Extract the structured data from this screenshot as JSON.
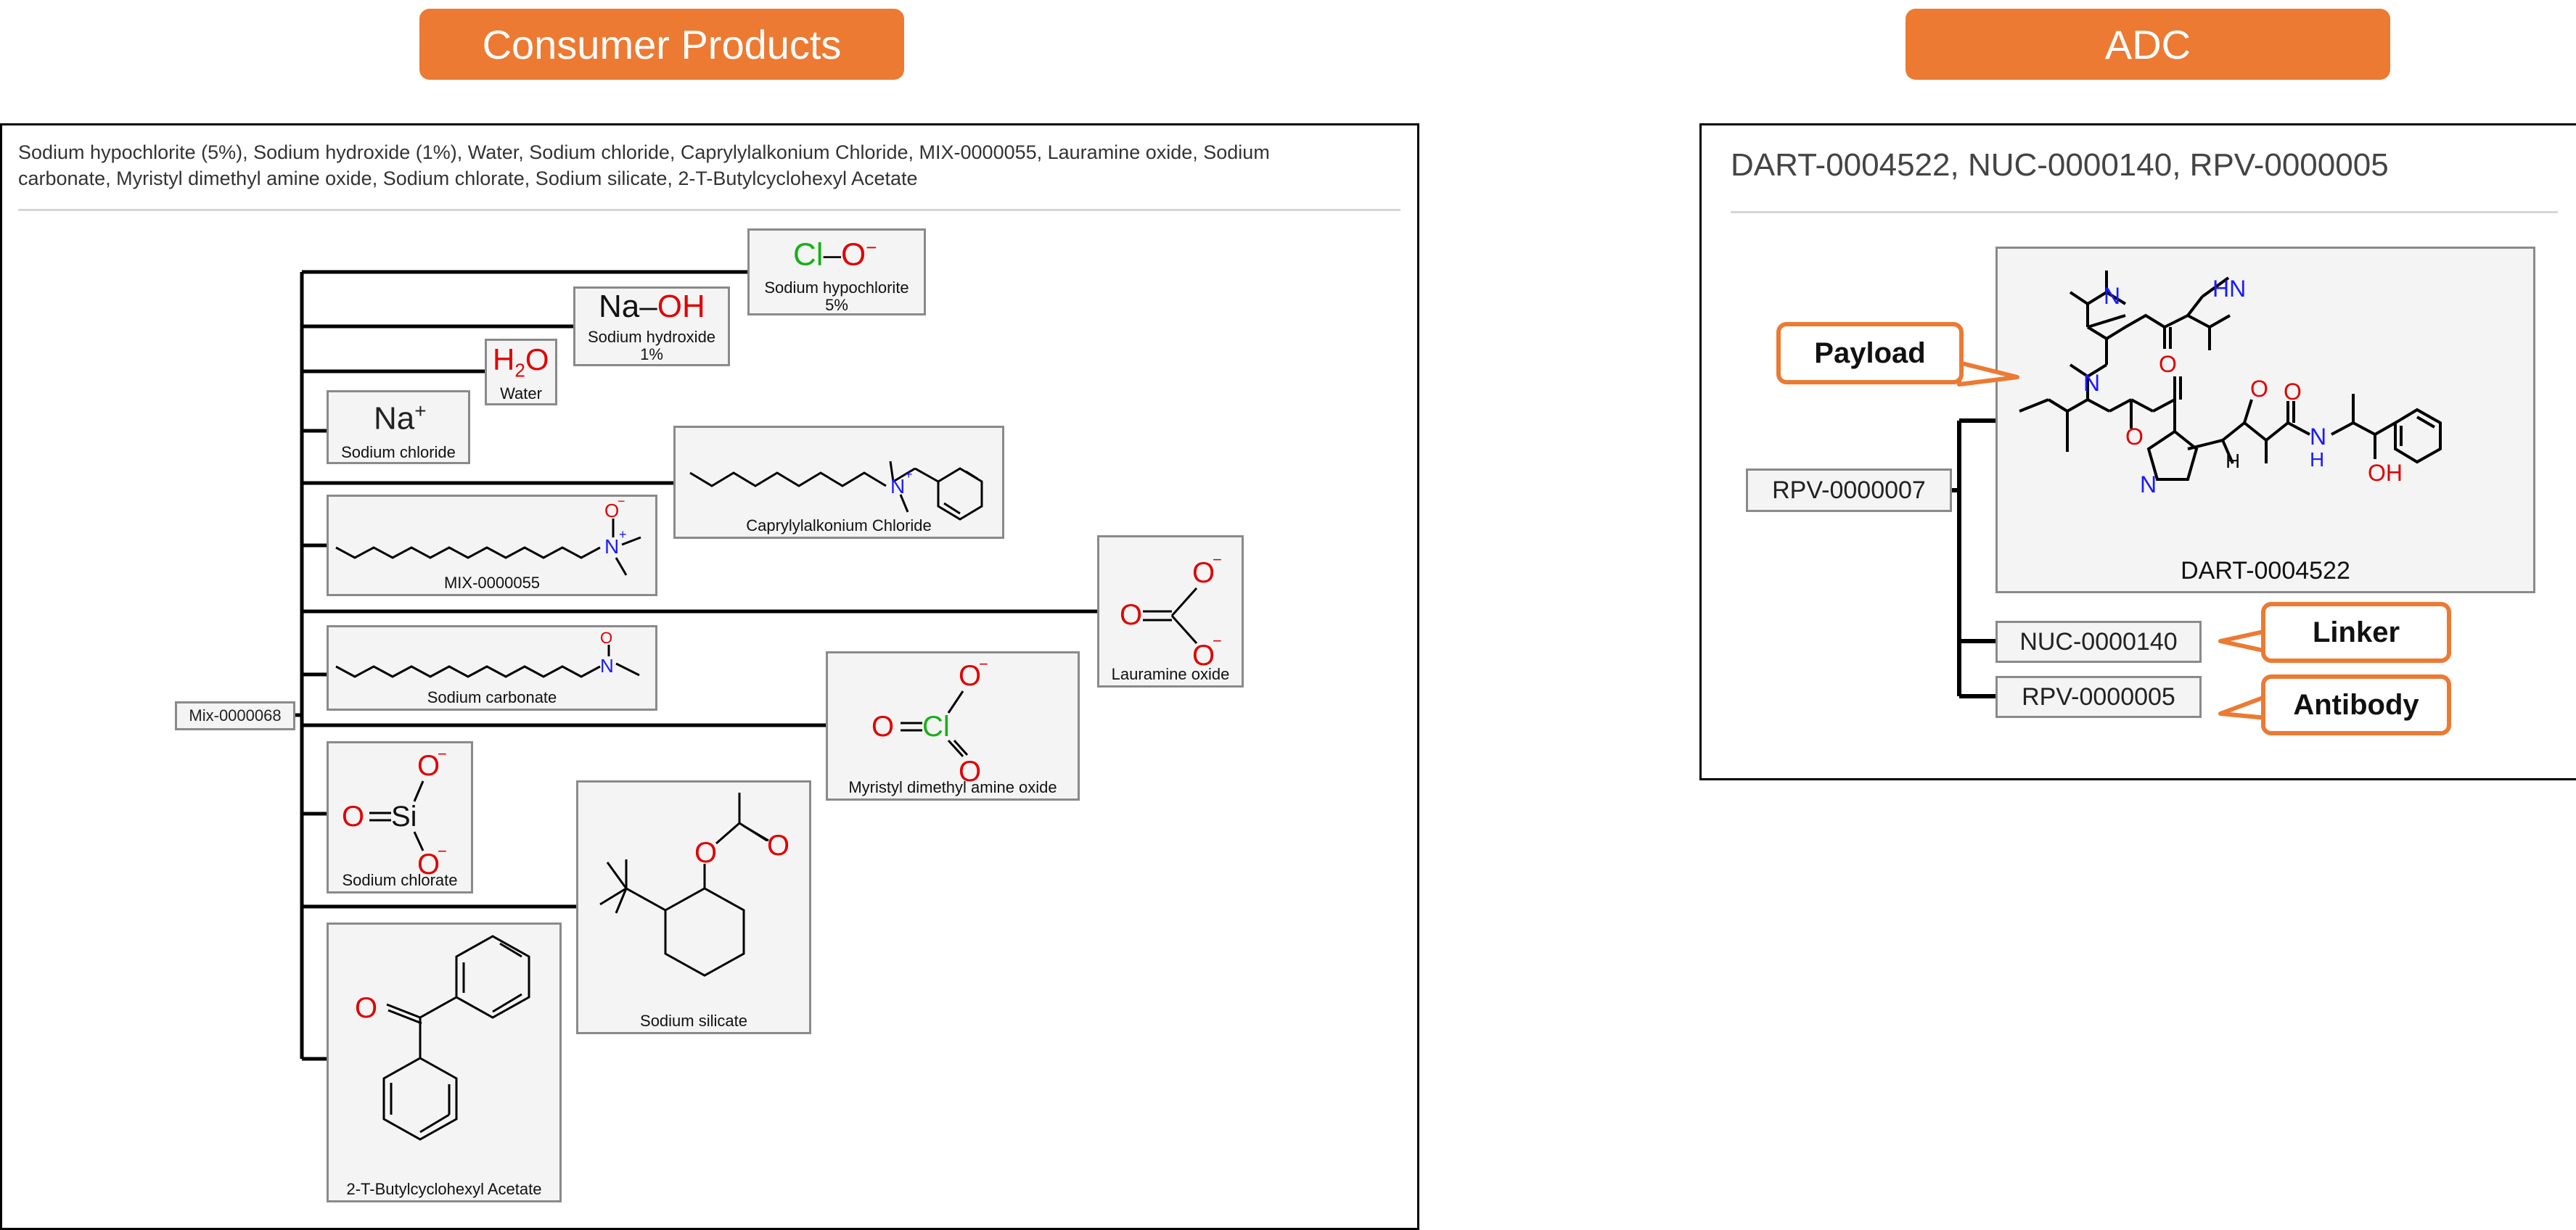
{
  "banners": {
    "consumer": "Consumer Products",
    "adc": "ADC"
  },
  "consumer_panel": {
    "header_line1": "Sodium hypochlorite (5%), Sodium hydroxide (1%), Water, Sodium chloride, Caprylylalkonium Chloride, MIX-0000055, Lauramine oxide, Sodium",
    "header_line2": "carbonate, Myristyl dimethyl amine oxide, Sodium chlorate, Sodium silicate, 2-T-Butylcyclohexyl Acetate",
    "root": "Mix-0000068",
    "components": [
      {
        "label": "Sodium hypochlorite",
        "sub": "5%",
        "formula_a": "Cl",
        "formula_b": "O"
      },
      {
        "label": "Sodium hydroxide",
        "sub": "1%",
        "formula_a": "Na",
        "formula_b": "OH"
      },
      {
        "label": "Water",
        "formula": "H2O"
      },
      {
        "label": "Sodium chloride",
        "formula": "Na"
      },
      {
        "label": "Caprylylalkonium Chloride"
      },
      {
        "label": "MIX-0000055"
      },
      {
        "label": "Lauramine oxide"
      },
      {
        "label": "Sodium carbonate"
      },
      {
        "label": "Myristyl dimethyl amine oxide"
      },
      {
        "label": "Sodium chlorate"
      },
      {
        "label": "Sodium silicate"
      },
      {
        "label": "2-T-Butylcyclohexyl Acetate"
      }
    ]
  },
  "adc_panel": {
    "header": "DART-0004522, NUC-0000140, RPV-0000005",
    "root": "RPV-0000007",
    "payload_id": "DART-0004522",
    "linker_id": "NUC-0000140",
    "antibody_id": "RPV-0000005",
    "callouts": {
      "payload": "Payload",
      "linker": "Linker",
      "antibody": "Antibody"
    }
  },
  "colors": {
    "accent": "#ec7a33",
    "oxygen": "#e00000",
    "nitrogen": "#1a1aff",
    "chlorine": "#18b018"
  }
}
